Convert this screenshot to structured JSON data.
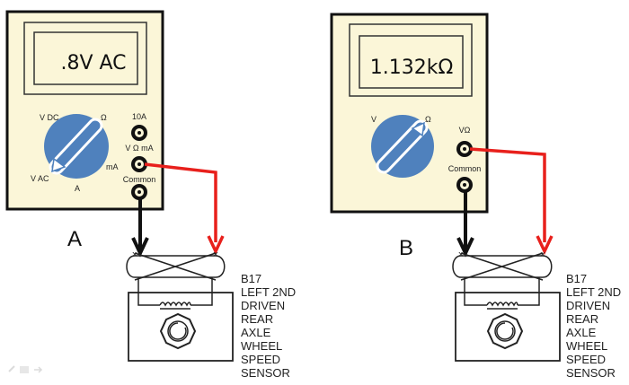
{
  "meter_a": {
    "display": ".8V AC",
    "dial_labels": {
      "vdc": "V DC",
      "ohm": "Ω",
      "vac": "V AC",
      "amp": "A",
      "ma": "mA"
    },
    "jacks": {
      "top": "10A",
      "middle": "V Ω mA",
      "bottom": "Common"
    },
    "letter": "A"
  },
  "meter_b": {
    "display": "1.132kΩ",
    "dial_labels": {
      "v": "V",
      "ohm": "Ω"
    },
    "jacks": {
      "top": "VΩ",
      "bottom": "Common"
    },
    "letter": "B"
  },
  "sensor_label_lines": [
    "B17",
    "LEFT 2ND",
    "DRIVEN",
    "REAR",
    "AXLE",
    "WHEEL",
    "SPEED",
    "SENSOR"
  ],
  "colors": {
    "meter_body": "#fbf6d8",
    "dial": "#4f81bd",
    "lead_positive": "#e8201c",
    "lead_common": "#111111"
  }
}
